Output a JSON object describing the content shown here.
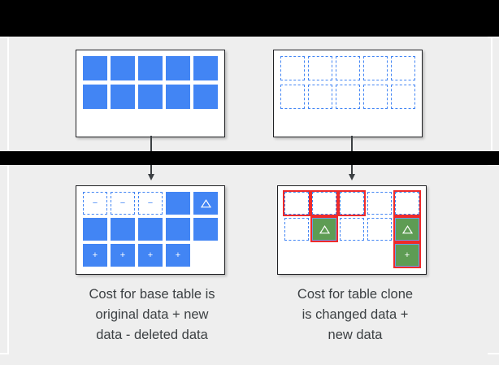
{
  "diagram": {
    "background_color": "#eeeeee",
    "accent_blue": "#4285f4",
    "accent_green": "#5e9c54",
    "accent_red": "#ef2a2a",
    "panels": {
      "top_left": {
        "name": "base-table-initial",
        "rows": [
          [
            {
              "type": "solid",
              "glyph": ""
            },
            {
              "type": "solid",
              "glyph": ""
            },
            {
              "type": "solid",
              "glyph": ""
            },
            {
              "type": "solid",
              "glyph": ""
            },
            {
              "type": "solid",
              "glyph": ""
            }
          ],
          [
            {
              "type": "solid",
              "glyph": ""
            },
            {
              "type": "solid",
              "glyph": ""
            },
            {
              "type": "solid",
              "glyph": ""
            },
            {
              "type": "solid",
              "glyph": ""
            },
            {
              "type": "solid",
              "glyph": ""
            }
          ]
        ]
      },
      "top_right": {
        "name": "table-clone-initial",
        "rows": [
          [
            {
              "type": "dashed",
              "glyph": ""
            },
            {
              "type": "dashed",
              "glyph": ""
            },
            {
              "type": "dashed",
              "glyph": ""
            },
            {
              "type": "dashed",
              "glyph": ""
            },
            {
              "type": "dashed",
              "glyph": ""
            }
          ],
          [
            {
              "type": "dashed",
              "glyph": ""
            },
            {
              "type": "dashed",
              "glyph": ""
            },
            {
              "type": "dashed",
              "glyph": ""
            },
            {
              "type": "dashed",
              "glyph": ""
            },
            {
              "type": "dashed",
              "glyph": ""
            }
          ]
        ]
      },
      "bottom_left": {
        "name": "base-table-after",
        "rows": [
          [
            {
              "type": "dashed",
              "glyph": "−",
              "marked": false
            },
            {
              "type": "dashed",
              "glyph": "−",
              "marked": false
            },
            {
              "type": "dashed",
              "glyph": "−",
              "marked": false
            },
            {
              "type": "solid",
              "glyph": "",
              "marked": false
            },
            {
              "type": "solid",
              "glyph": "△",
              "marked": false
            }
          ],
          [
            {
              "type": "solid",
              "glyph": "",
              "marked": false
            },
            {
              "type": "solid",
              "glyph": "",
              "marked": false
            },
            {
              "type": "solid",
              "glyph": "",
              "marked": false
            },
            {
              "type": "solid",
              "glyph": "",
              "marked": false
            },
            {
              "type": "solid",
              "glyph": "",
              "marked": false
            }
          ],
          [
            {
              "type": "solid",
              "glyph": "+",
              "marked": false
            },
            {
              "type": "solid",
              "glyph": "+",
              "marked": false
            },
            {
              "type": "solid",
              "glyph": "+",
              "marked": false
            },
            {
              "type": "solid",
              "glyph": "+",
              "marked": false
            },
            {
              "type": "empty",
              "glyph": "",
              "marked": false
            }
          ]
        ]
      },
      "bottom_right": {
        "name": "table-clone-after",
        "rows": [
          [
            {
              "type": "dashed",
              "glyph": "",
              "marked": true
            },
            {
              "type": "dashed",
              "glyph": "",
              "marked": true
            },
            {
              "type": "dashed",
              "glyph": "",
              "marked": true
            },
            {
              "type": "dashed",
              "glyph": "",
              "marked": false
            },
            {
              "type": "dashed",
              "glyph": "",
              "marked": true
            }
          ],
          [
            {
              "type": "dashed",
              "glyph": "",
              "marked": false
            },
            {
              "type": "green",
              "glyph": "△",
              "marked": true
            },
            {
              "type": "dashed",
              "glyph": "",
              "marked": false
            },
            {
              "type": "dashed",
              "glyph": "",
              "marked": false
            },
            {
              "type": "green",
              "glyph": "△",
              "marked": true
            }
          ],
          [
            {
              "type": "empty",
              "glyph": "",
              "marked": false
            },
            {
              "type": "empty",
              "glyph": "",
              "marked": false
            },
            {
              "type": "empty",
              "glyph": "",
              "marked": false
            },
            {
              "type": "empty",
              "glyph": "",
              "marked": false
            },
            {
              "type": "green",
              "glyph": "+",
              "marked": true
            }
          ]
        ]
      }
    },
    "captions": {
      "left": [
        "Cost for base table is",
        "original data + new",
        "data - deleted data"
      ],
      "right": [
        "Cost for table clone",
        "is changed data +",
        "new data"
      ]
    }
  }
}
